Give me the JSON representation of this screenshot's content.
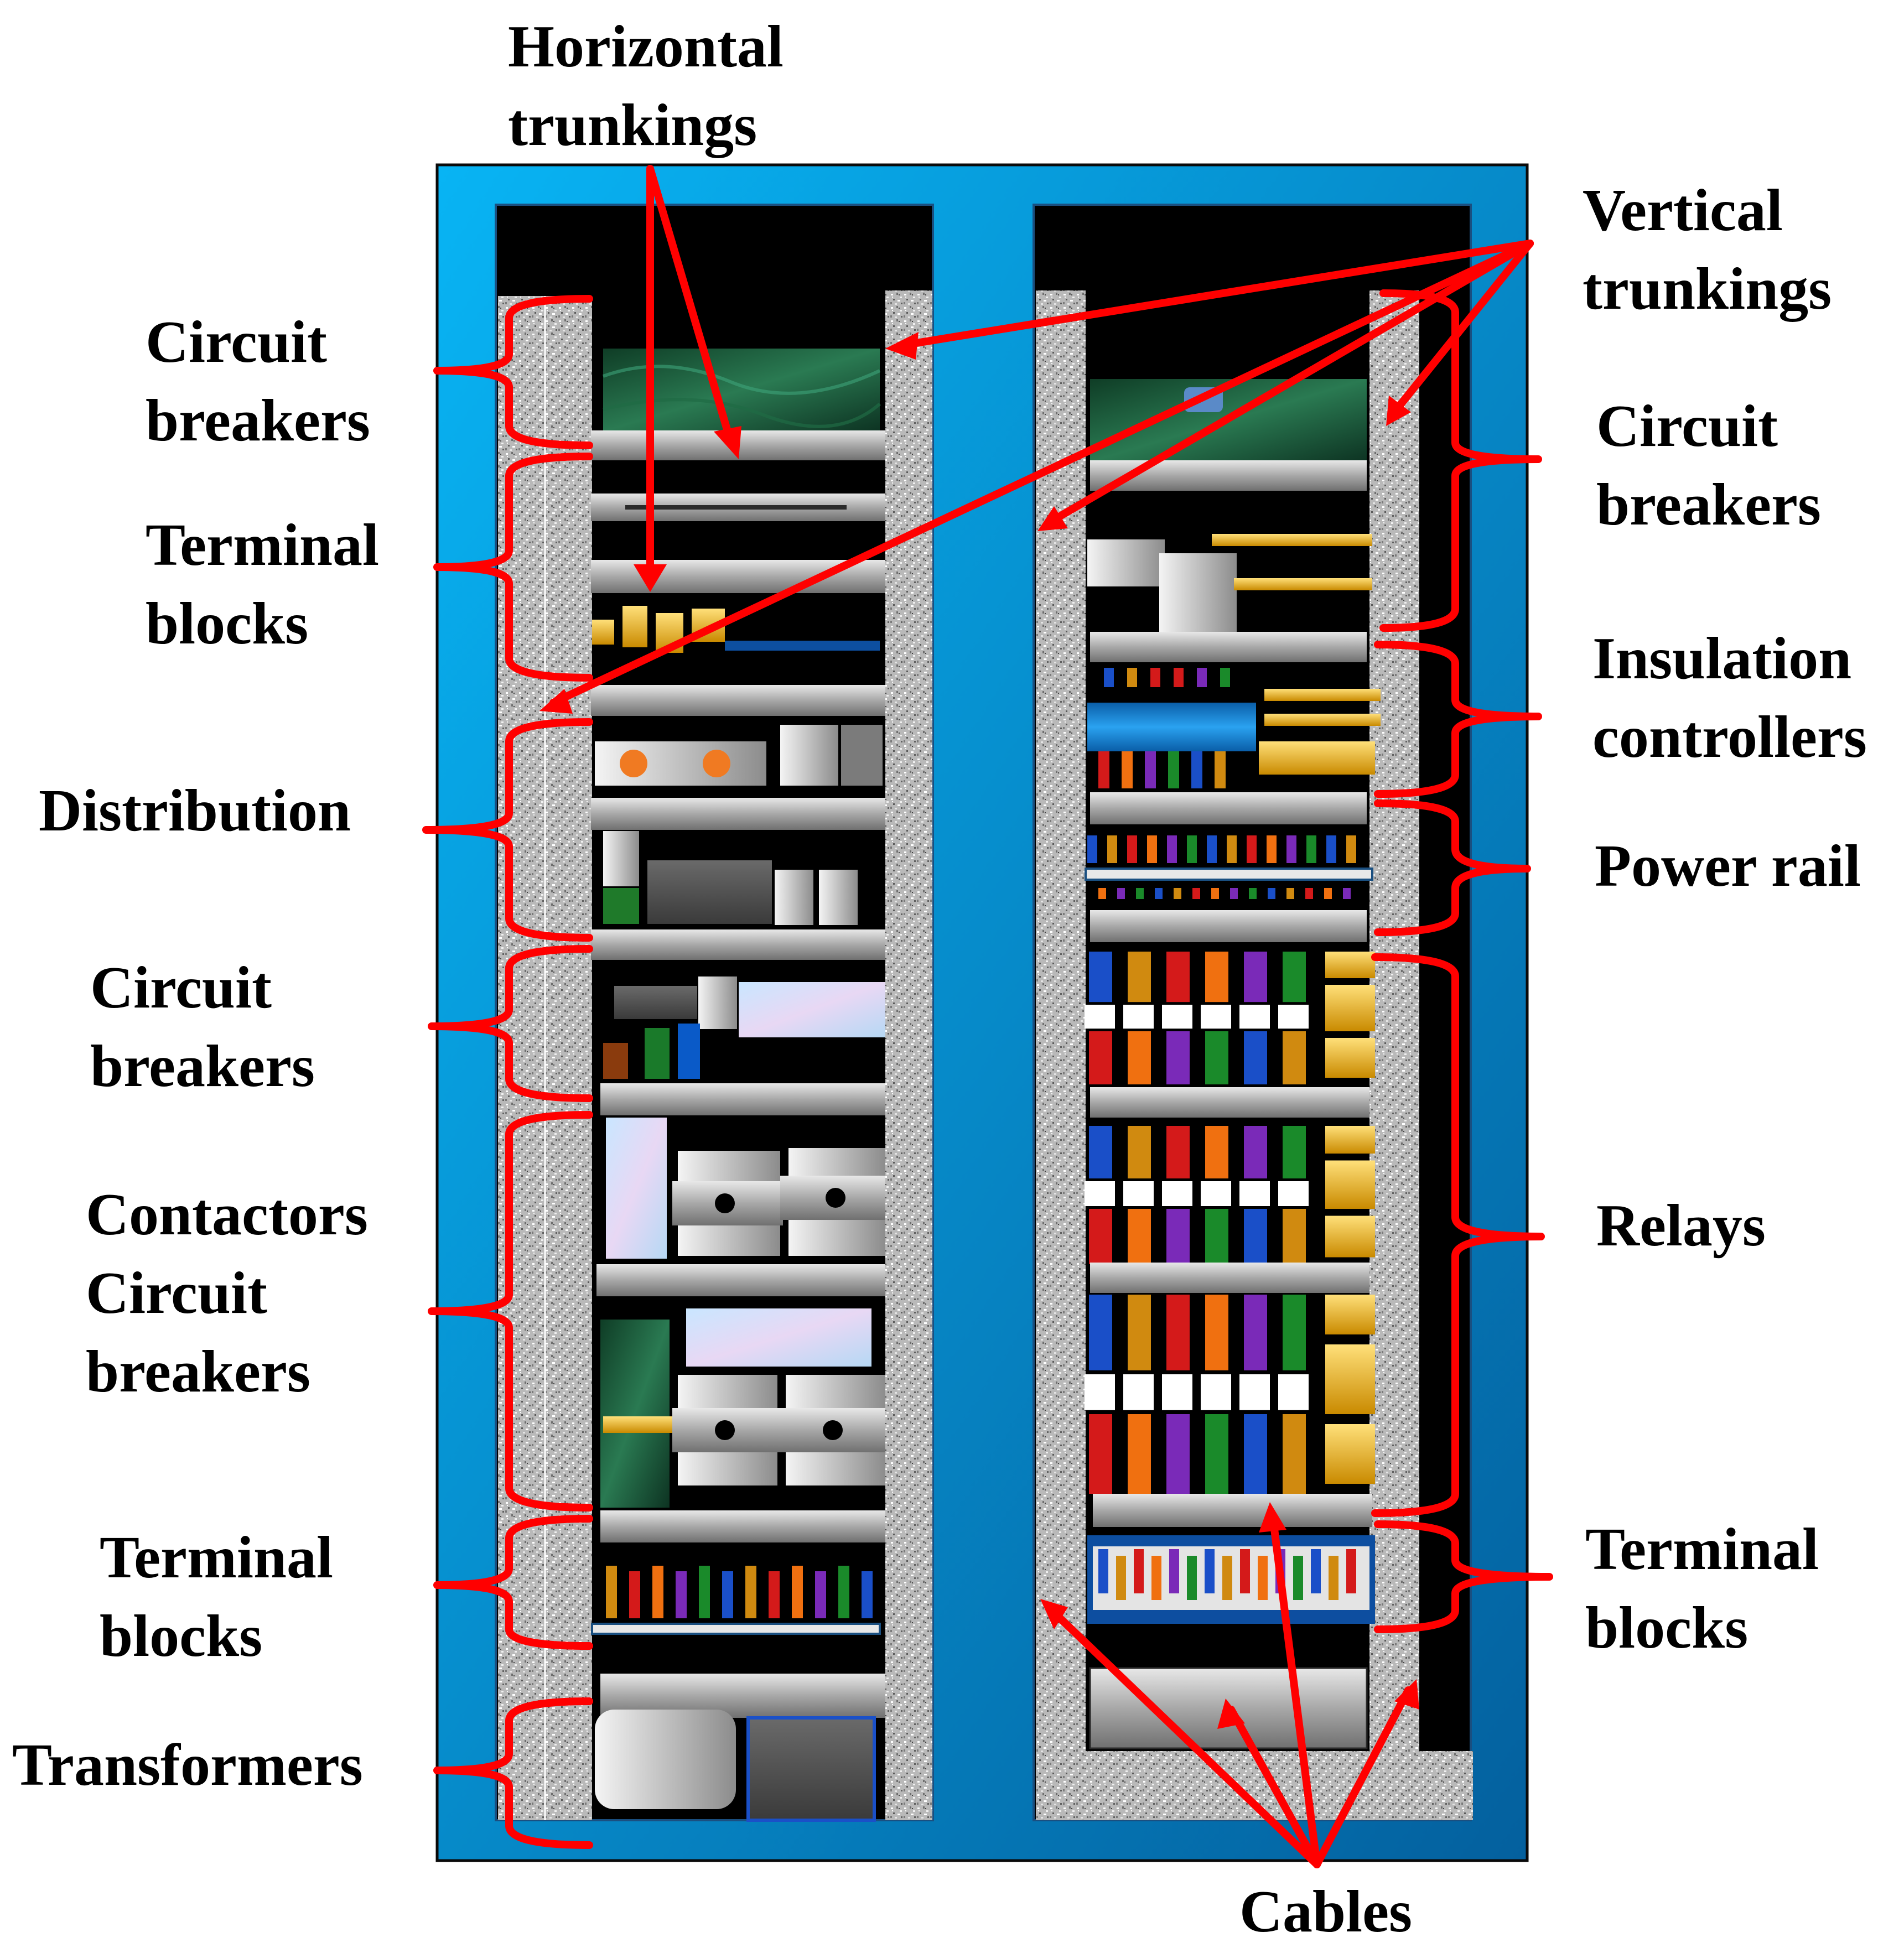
{
  "labels": {
    "horizontal_trunkings": [
      "Horizontal",
      "trunkings"
    ],
    "vertical_trunkings": [
      "Vertical",
      "trunkings"
    ],
    "left": {
      "circuit_breakers_1": [
        "Circuit",
        "breakers"
      ],
      "terminal_blocks_1": [
        "Terminal",
        "blocks"
      ],
      "distribution": "Distribution",
      "circuit_breakers_2": [
        "Circuit",
        "breakers"
      ],
      "contactors_circuit_breakers": [
        "Contactors",
        "Circuit",
        "breakers"
      ],
      "terminal_blocks_2": [
        "Terminal",
        "blocks"
      ],
      "transformers": "Transformers"
    },
    "right": {
      "circuit_breakers": [
        "Circuit",
        "breakers"
      ],
      "insulation_controllers": [
        "Insulation",
        "controllers"
      ],
      "power_rail": "Power rail",
      "relays": "Relays",
      "terminal_blocks": [
        "Terminal",
        "blocks"
      ]
    },
    "cables": "Cables"
  },
  "colors": {
    "cabinet_blue": "#0a8fd6",
    "cabinet_blue_dark": "#0468a8",
    "annotation_red": "#ff0000",
    "panel_black": "#000000",
    "trunking_gray": "#b4b4b4"
  }
}
